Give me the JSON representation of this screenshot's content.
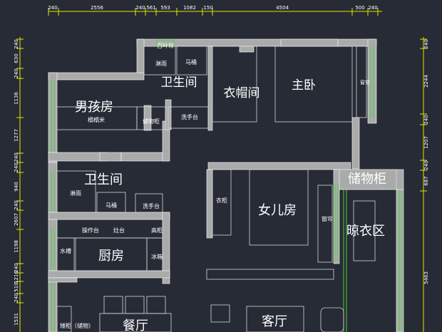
{
  "dims_top": [
    "240",
    "2556",
    "240",
    "561",
    "593",
    "1082",
    "150",
    "4504",
    "500",
    "240"
  ],
  "dims_left": [
    "240",
    "630",
    "240",
    "1136",
    "1277",
    "240",
    "240",
    "940",
    "240",
    "2607",
    "1198",
    "240",
    "1216",
    "510",
    "240",
    "1531"
  ],
  "dims_right": [
    "240",
    "2244",
    "240",
    "1207",
    "240",
    "687",
    "5463"
  ],
  "rooms": {
    "bathroom_top": "卫生间",
    "cloakroom": "衣帽间",
    "master_bedroom": "主卧",
    "boys_room": "男孩房",
    "bathroom_left": "卫生间",
    "girls_room": "女儿房",
    "storage": "储物柜",
    "drying": "晾衣区",
    "kitchen": "厨房",
    "dining": "餐厅",
    "living": "客厅"
  },
  "fixtures": {
    "blinds": "百叶帘",
    "shower_top": "淋雨",
    "toilet_top": "马桶",
    "tatami": "榻榻米",
    "storage_cabinet": "储物柜",
    "basin_top": "洗手台",
    "curtain_master": "窗帘",
    "shower_left": "淋雨",
    "toilet_left": "马桶",
    "basin_left": "洗手台",
    "wardrobe": "衣柜",
    "curtain_girl": "窗帘",
    "countertop": "操作台",
    "stove": "灶台",
    "tall_cabinet": "高柜",
    "sink": "水槽",
    "fridge": "冰箱",
    "shoe_cabinet": "矮柜（储物）"
  },
  "colors": {
    "background": "#262b35",
    "wall_fill": "#a9abab",
    "wall_line": "#ffffff",
    "dimension": "#e6e600",
    "window": "#4cd23c",
    "furniture": "#d8d8d8"
  }
}
